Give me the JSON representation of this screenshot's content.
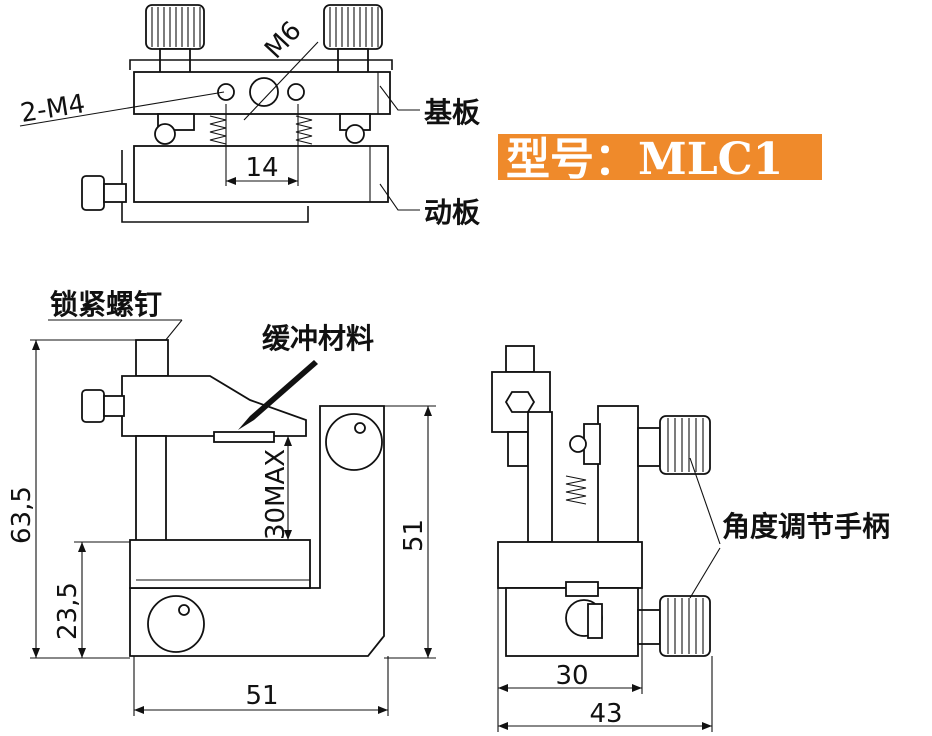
{
  "labels": {
    "base_plate": "基板",
    "moving_plate": "动板",
    "lock_screw": "锁紧螺钉",
    "buffer_material": "缓冲材料",
    "angle_handle": "角度调节手柄"
  },
  "model": {
    "text": "型号：MLC1",
    "bg_color": "#ef8a2b"
  },
  "dimensions": {
    "m6": "M6",
    "m4": "2-M4",
    "d14": "14",
    "d63_5": "63,5",
    "d23_5": "23,5",
    "d30max": "30MAX",
    "d51_h": "51",
    "d51_v": "51",
    "d30": "30",
    "d43": "43"
  }
}
